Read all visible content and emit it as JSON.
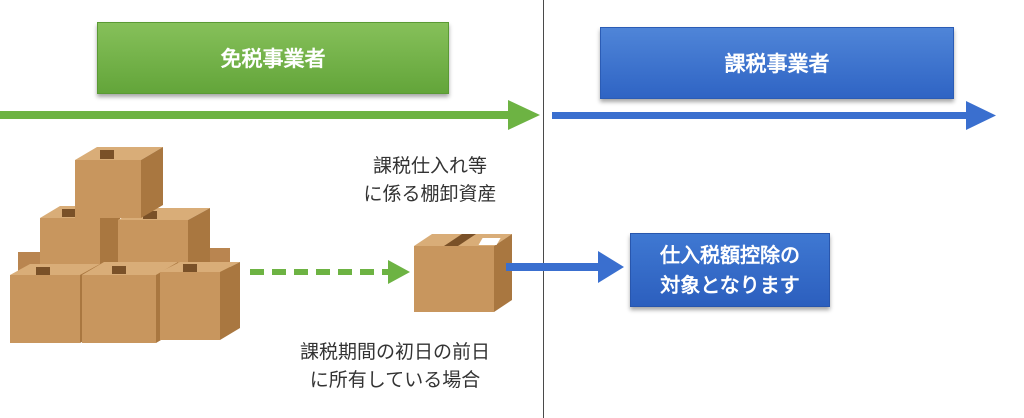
{
  "left_header": {
    "label": "免税事業者",
    "color": "#6db343"
  },
  "right_header": {
    "label": "課税事業者",
    "color": "#3a6fcf"
  },
  "caption_top": {
    "line1": "課税仕入れ等",
    "line2": "に係る棚卸資産"
  },
  "caption_bottom": {
    "line1": "課税期間の初日の前日",
    "line2": "に所有している場合"
  },
  "result": {
    "line1": "仕入税額控除の",
    "line2": "対象となります"
  },
  "colors": {
    "green_arrow": "#6db343",
    "blue_arrow": "#3a6fcf",
    "divider": "#4a4a4a",
    "box_brown": "#c8965e"
  },
  "icons": [
    "cardboard-box-stack-icon",
    "single-cardboard-box-icon"
  ]
}
